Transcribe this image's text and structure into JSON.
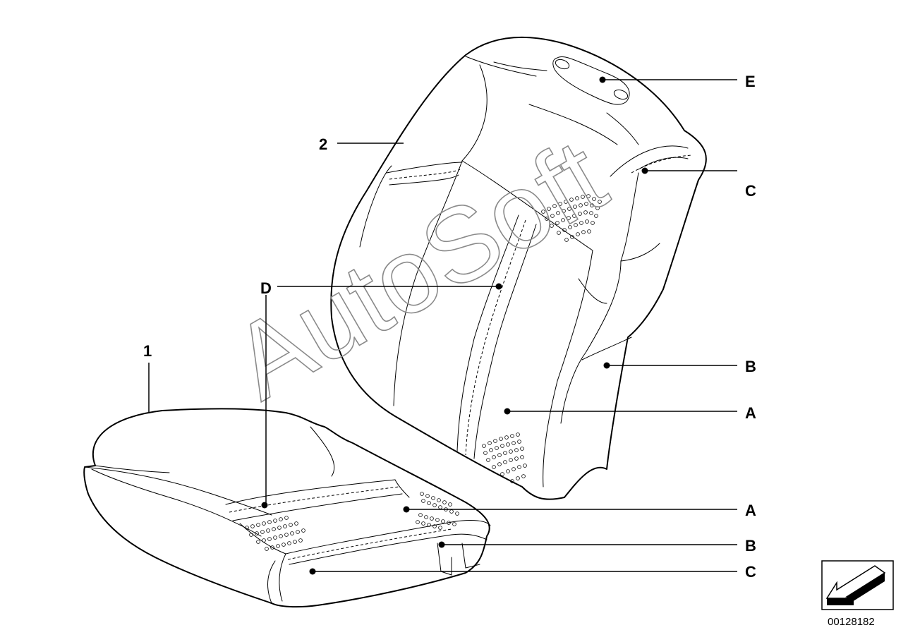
{
  "labels": {
    "part_1": "1",
    "part_2": "2",
    "E": "E",
    "C_back": "C",
    "D": "D",
    "B_back": "B",
    "A_back": "A",
    "A_cushion": "A",
    "B_cushion": "B",
    "C_cushion": "C"
  },
  "watermark": "AutoSoft",
  "part_number": "00128182",
  "icons": {
    "orientation": "arrow-down-left-icon"
  },
  "colors": {
    "line": "#000000",
    "background": "#ffffff",
    "watermark": "#8a8a8a"
  }
}
